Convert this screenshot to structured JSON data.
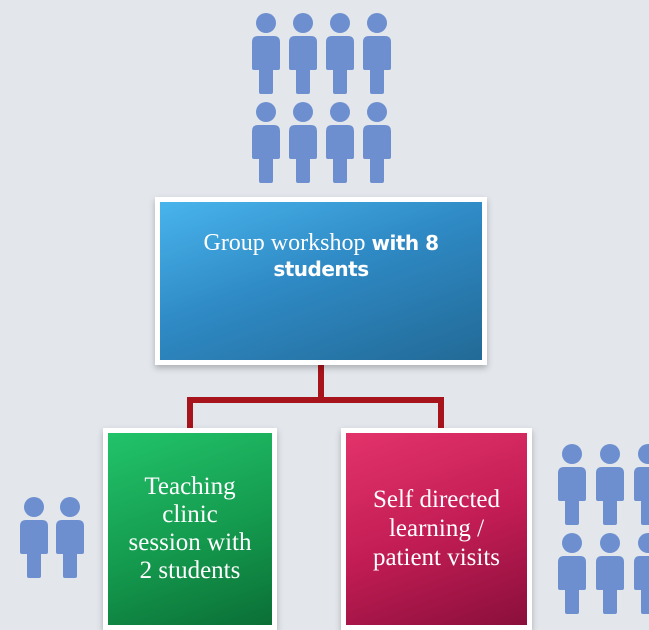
{
  "diagram": {
    "top_box": {
      "text_regular": "Group workshop",
      "text_bold_inline": "with 8",
      "text_bold_line2": "students"
    },
    "left_box": {
      "lines": [
        "Teaching",
        "clinic",
        "session with",
        "2 students"
      ]
    },
    "right_box": {
      "lines": [
        "Self directed",
        "learning /",
        "patient visits"
      ]
    }
  },
  "colors": {
    "background": "#e3e7ec",
    "person_icon": "#6d8fd0",
    "top_box": "#3a9ad6",
    "left_box": "#139a4d",
    "right_box": "#c41d55",
    "connector": "#a8141c"
  },
  "icons": {
    "top_group": "person-icon",
    "left_group": "person-icon",
    "right_group": "person-icon"
  }
}
